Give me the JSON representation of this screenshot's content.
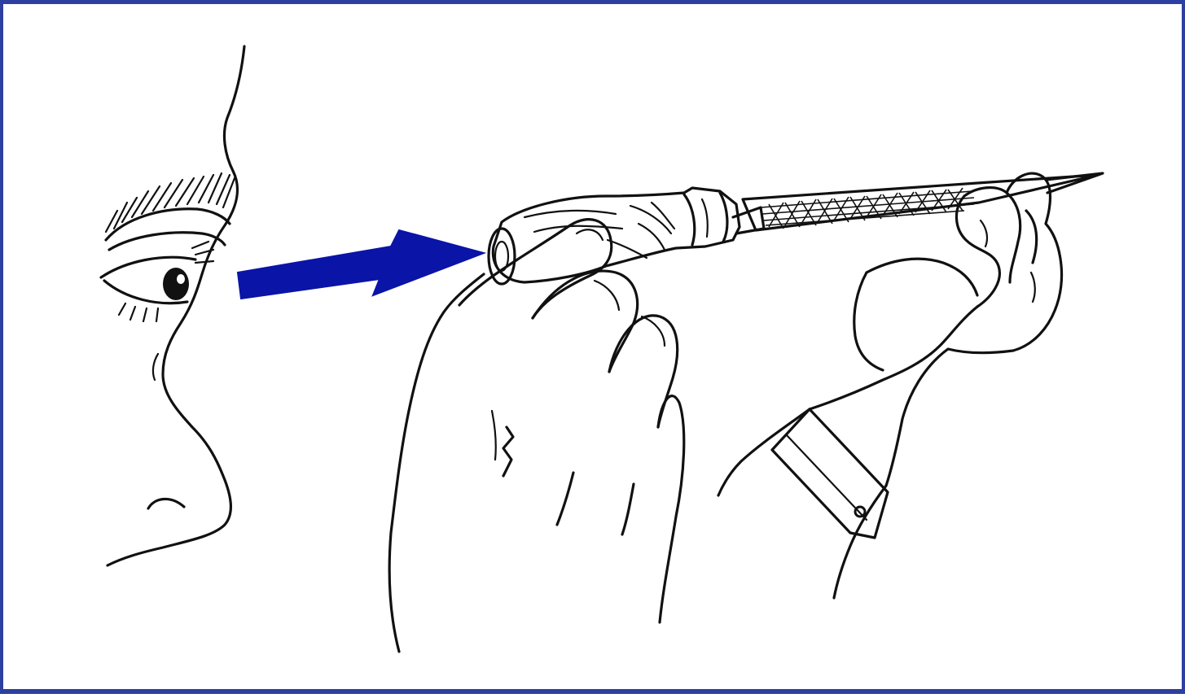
{
  "figure": {
    "caption": "",
    "arrow_color": "#0a14a6",
    "frame_color": "#2d3fa0",
    "ink_color": "#111111",
    "elements": [
      "face-profile",
      "sighting-arrow",
      "file-handle",
      "file-blade",
      "left-hand",
      "right-hand",
      "shirt-cuff"
    ]
  }
}
